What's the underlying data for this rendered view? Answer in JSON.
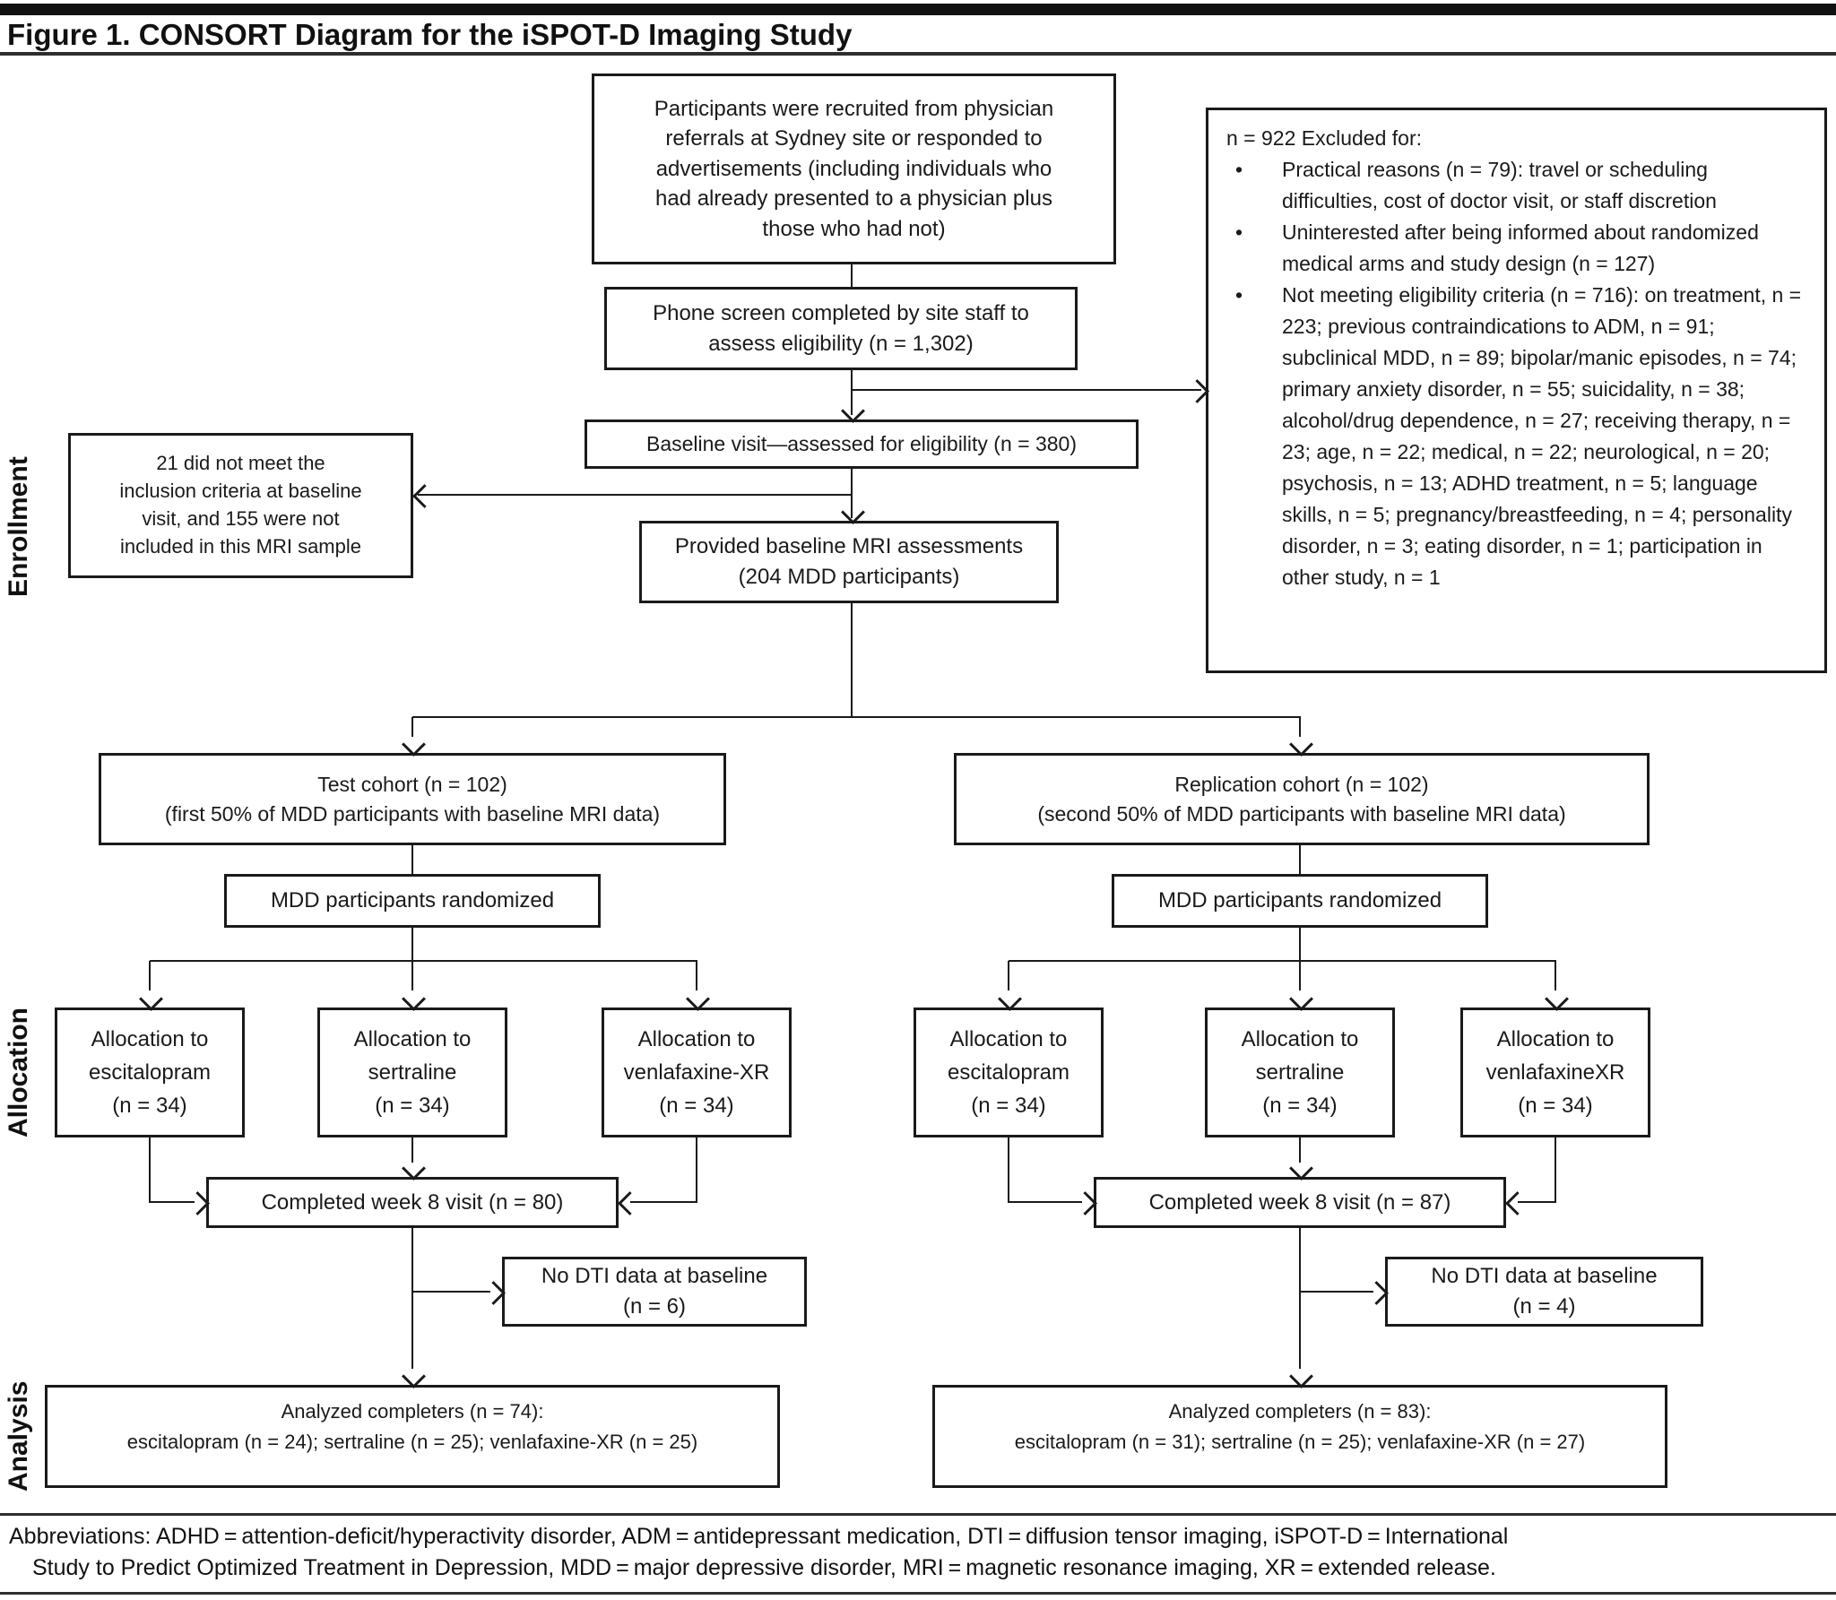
{
  "figure": {
    "title": "Figure 1. CONSORT Diagram for the iSPOT-D Imaging Study"
  },
  "side_labels": {
    "enrollment": "Enrollment",
    "allocation": "Allocation",
    "analysis": "Analysis"
  },
  "enrollment": {
    "recruited_lines": [
      "Participants were recruited from physician",
      "referrals at Sydney site or responded to",
      "advertisements (including individuals who",
      "had already presented to a physician plus",
      "those who had not)"
    ],
    "phone_screen_lines": [
      "Phone screen completed by site staff to",
      "assess eligibility (n =  1,302)"
    ],
    "excluded": {
      "header": "n = 922 Excluded for:",
      "bullet": "•",
      "items": [
        "Practical reasons (n = 79): travel or scheduling difficulties, cost of doctor visit, or staff discretion",
        "Uninterested after being informed about randomized medical arms and study design (n = 127)",
        "Not meeting eligibility criteria  (n = 716): on treatment, n = 223; previous contraindications to ADM, n = 91; subclinical MDD, n = 89; bipolar/manic episodes, n = 74; primary anxiety disorder, n = 55; suicidality, n = 38; alcohol/drug dependence, n = 27; receiving therapy, n = 23; age, n = 22; medical, n = 22; neurological, n = 20; psychosis, n = 13; ADHD treatment, n = 5; language skills, n = 5; pregnancy/breastfeeding, n = 4; personality disorder, n = 3; eating disorder, n = 1; participation in other study, n = 1"
      ]
    },
    "baseline_visit": "Baseline visit—assessed for eligibility (n = 380)",
    "not_included_lines": [
      "21 did not meet the",
      "inclusion criteria at baseline",
      "visit, and 155 were not",
      "included in this MRI sample"
    ],
    "mri_lines": [
      "Provided baseline MRI assessments",
      "(204 MDD participants)"
    ]
  },
  "test_cohort": {
    "cohort_lines": [
      "Test cohort (n = 102)",
      "(first 50% of MDD participants with baseline MRI data)"
    ],
    "randomized": "MDD participants randomized",
    "allocations": [
      {
        "lines": [
          "Allocation to",
          "escitalopram",
          "(n = 34)"
        ]
      },
      {
        "lines": [
          "Allocation to",
          "sertraline",
          "(n = 34)"
        ]
      },
      {
        "lines": [
          "Allocation to",
          "venlafaxine-XR",
          "(n = 34)"
        ]
      }
    ],
    "completed": "Completed week 8 visit (n = 80)",
    "no_dti_lines": [
      "No DTI data at baseline",
      "(n = 6)"
    ],
    "analyzed_lines": [
      "Analyzed completers (n = 74):",
      "escitalopram (n = 24); sertraline (n = 25); venlafaxine-XR (n = 25)"
    ]
  },
  "replication_cohort": {
    "cohort_lines": [
      "Replication cohort (n = 102)",
      "(second 50% of MDD participants with baseline MRI data)"
    ],
    "randomized": "MDD participants randomized",
    "allocations": [
      {
        "lines": [
          "Allocation to",
          "escitalopram",
          "(n = 34)"
        ]
      },
      {
        "lines": [
          "Allocation to",
          "sertraline",
          "(n = 34)"
        ]
      },
      {
        "lines": [
          "Allocation to",
          "venlafaxineXR",
          "(n = 34)"
        ]
      }
    ],
    "completed": "Completed week 8 visit (n = 87)",
    "no_dti_lines": [
      "No DTI data at baseline",
      "(n = 4)"
    ],
    "analyzed_lines": [
      "Analyzed completers (n = 83):",
      "escitalopram (n = 31);  sertraline (n = 25); venlafaxine-XR (n = 27)"
    ]
  },
  "footer": {
    "lines": [
      "Abbreviations: ADHD = attention-deficit/hyperactivity disorder, ADM = antidepressant medication, DTI = diffusion tensor imaging, iSPOT-D = International",
      "Study to Predict Optimized Treatment in Depression, MDD = major depressive disorder, MRI = magnetic resonance imaging, XR = extended release."
    ]
  },
  "colors": {
    "ink": "#1a1a1a",
    "background": "#ffffff"
  }
}
